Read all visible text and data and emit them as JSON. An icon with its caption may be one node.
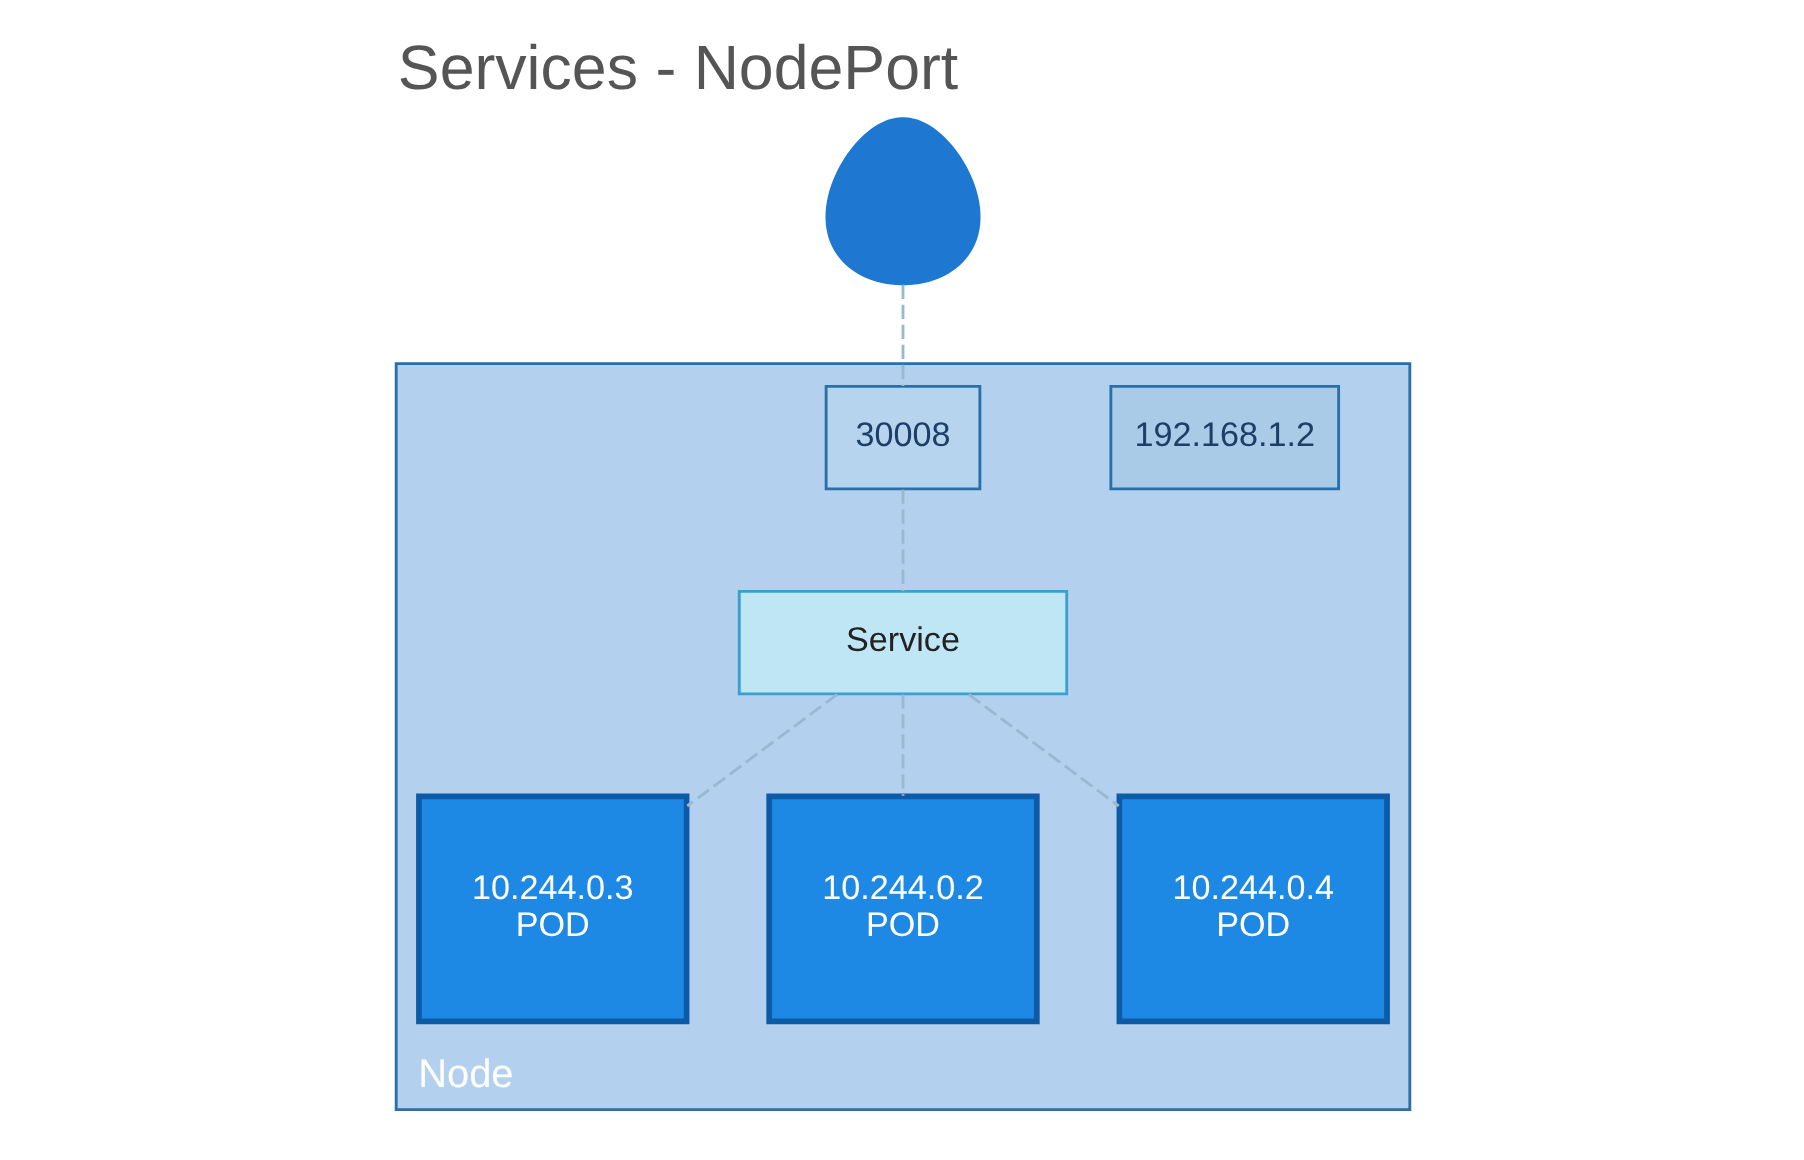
{
  "diagram": {
    "title": "Services - NodePort",
    "nodes": [
      {
        "text": [
          "Node"
        ]
      },
      {
        "text": [],
        "shape": "person"
      },
      {
        "text": [
          "192.168.1.2"
        ],
        "in": 0
      },
      {
        "text": [
          "30008"
        ],
        "in": 0
      },
      {
        "text": [
          "Service"
        ],
        "in": 0
      },
      {
        "text": [
          "10.244.0.3",
          "POD"
        ],
        "in": 0
      },
      {
        "text": [
          "10.244.0.2",
          "POD"
        ],
        "in": 0
      },
      {
        "text": [
          "10.244.0.4",
          "POD"
        ],
        "in": 0
      }
    ],
    "edges": [
      {
        "from": 1,
        "to": 3,
        "arrow": "none",
        "style": "dashed"
      },
      {
        "from": 3,
        "to": 4,
        "arrow": "none",
        "style": "dashed"
      },
      {
        "from": 4,
        "to": 5,
        "arrow": "none",
        "style": "dashed"
      },
      {
        "from": 4,
        "to": 6,
        "arrow": "none",
        "style": "dashed"
      },
      {
        "from": 4,
        "to": 7,
        "arrow": "none",
        "style": "dashed"
      }
    ]
  }
}
